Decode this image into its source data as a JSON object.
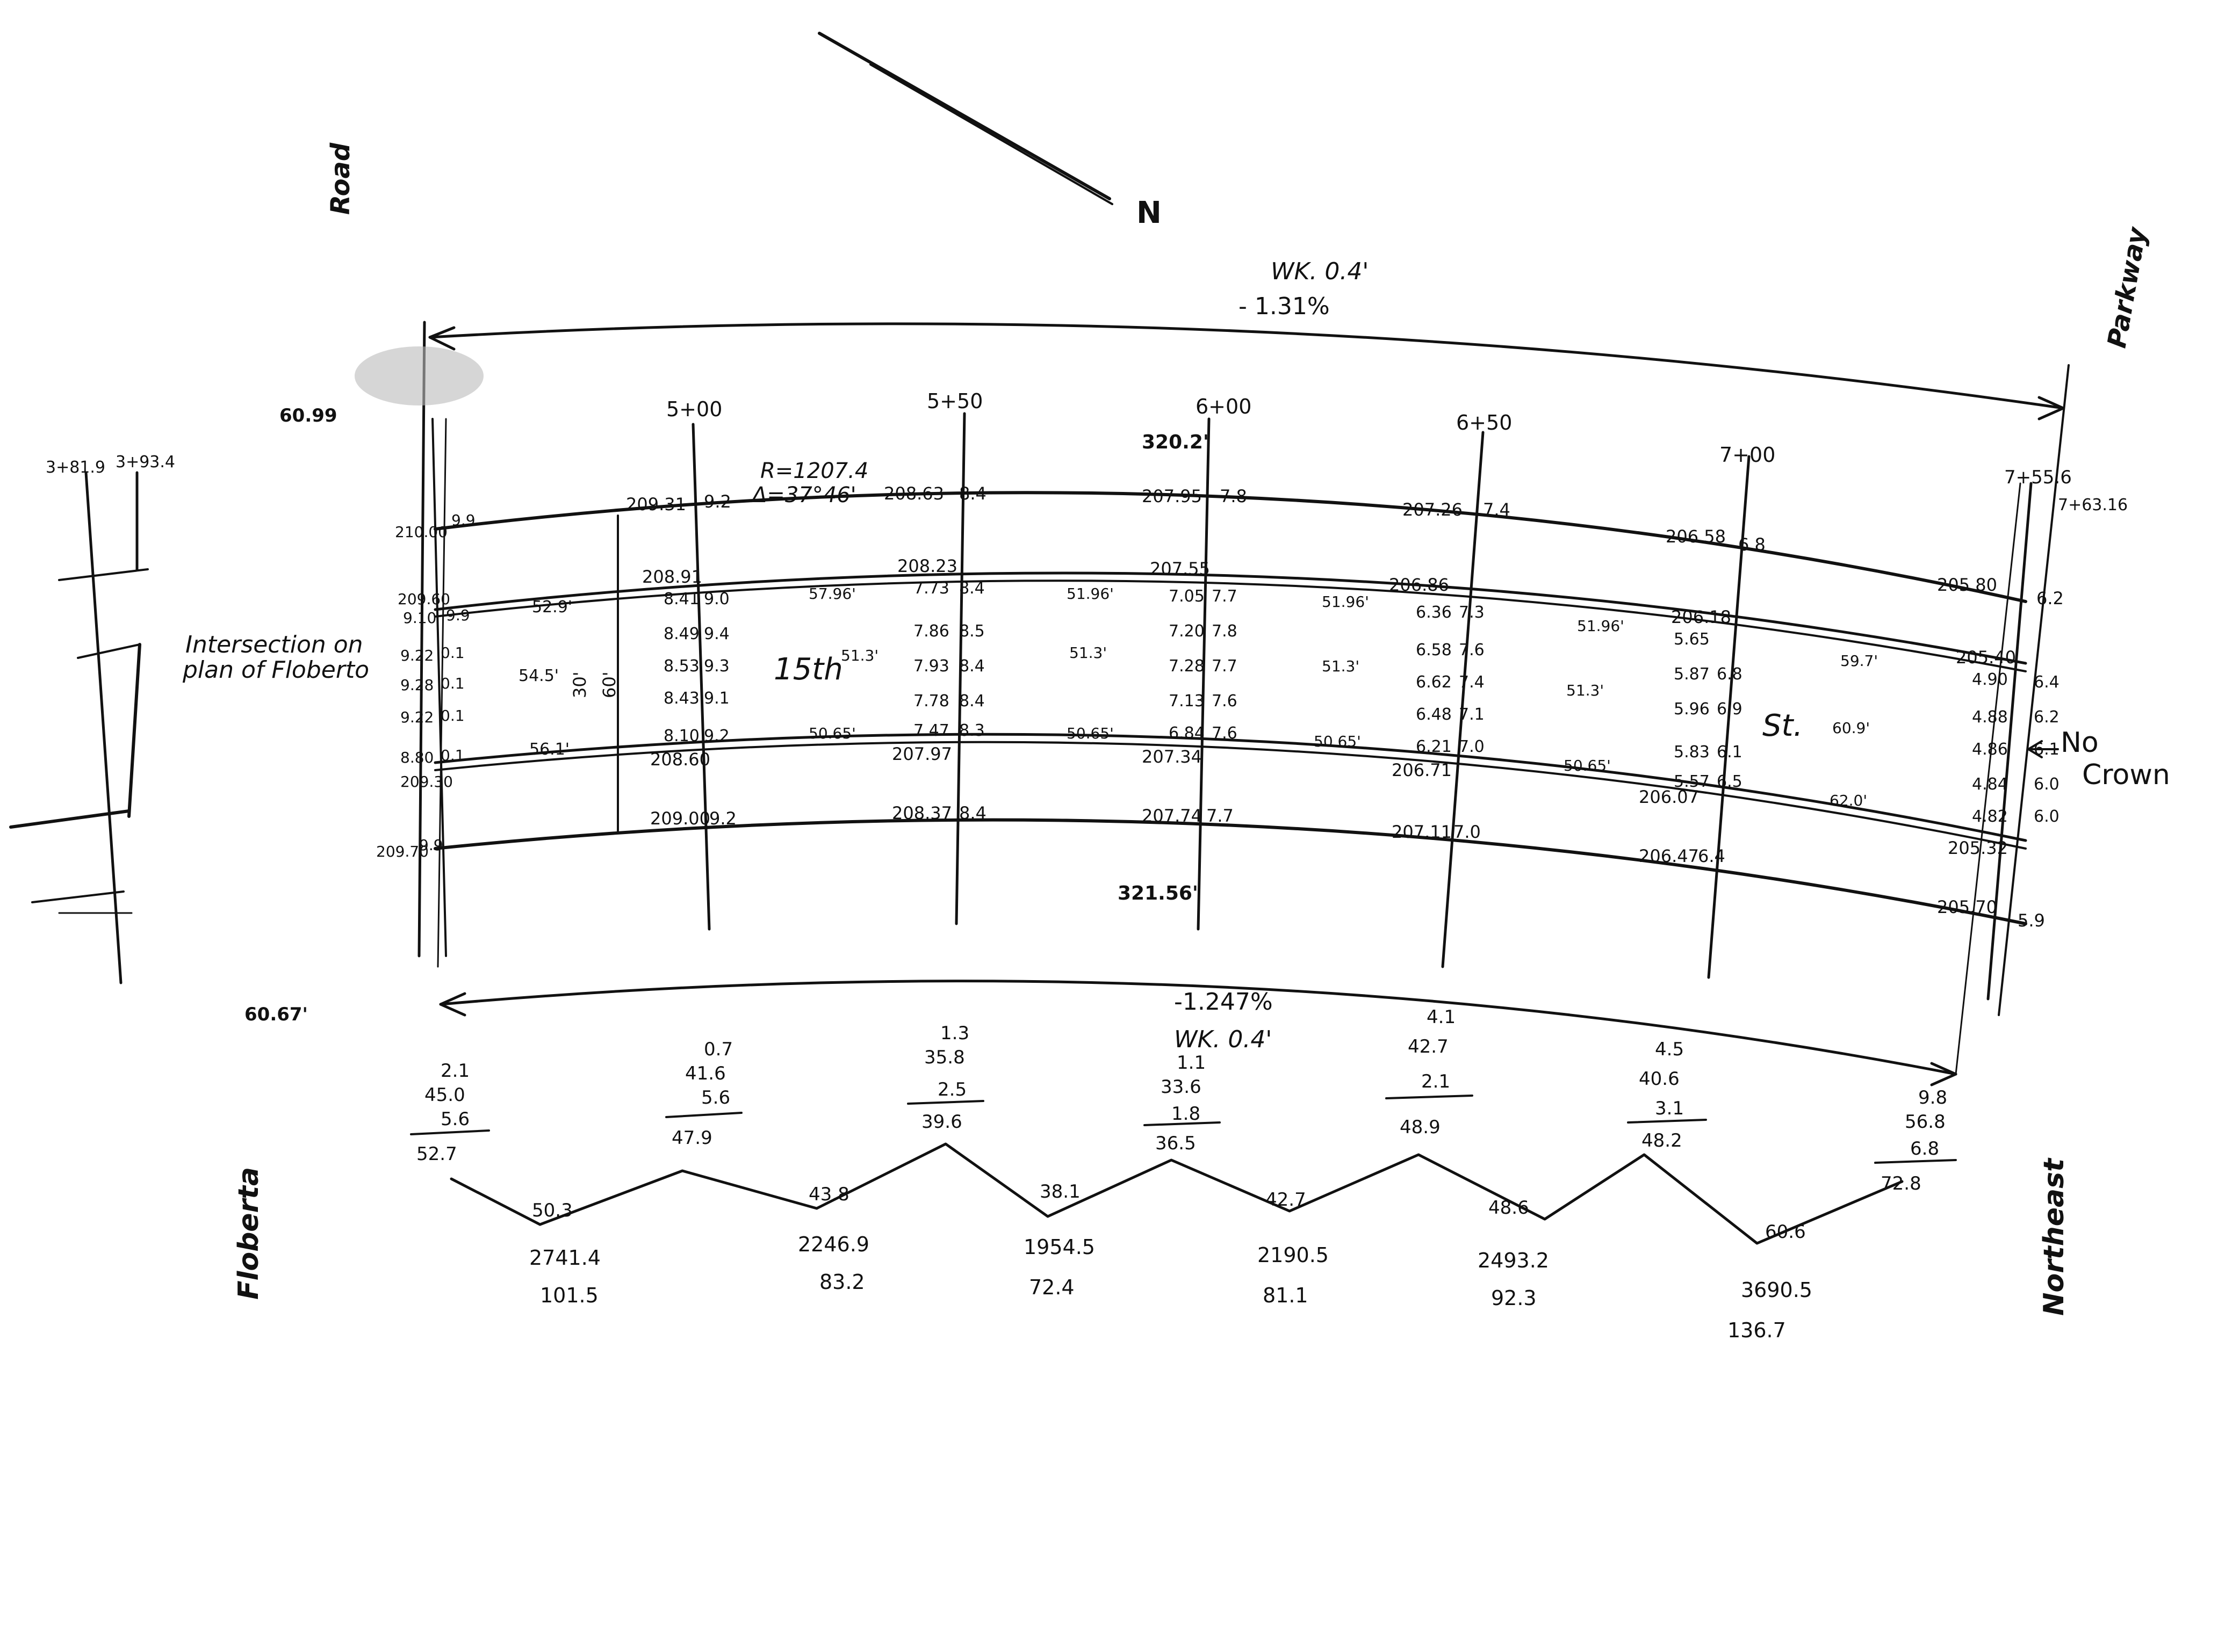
{
  "colors": {
    "ink": "#111111",
    "paper": "#ffffff"
  },
  "north_arrow": {
    "label": "N"
  },
  "street_labels": {
    "road": "Road",
    "parkway": "Parkway",
    "floberta": "Floberta",
    "northeast": "Northeast",
    "fifteenth_st_a": "15th",
    "fifteenth_st_b": "St.",
    "intersection_note_1": "Intersection on",
    "intersection_note_2": "plan of Floberto",
    "no_crown_1": "No",
    "no_crown_2": "Crown"
  },
  "top_grade": {
    "wk": "WK. 0.4'",
    "pct": "- 1.31%"
  },
  "bottom_grade": {
    "pct": "-1.247%",
    "wk": "WK. 0.4'"
  },
  "curve_data": {
    "radius": "R=1207.4",
    "delta": "Δ=37°46'"
  },
  "stations": [
    "5+00",
    "5+50",
    "6+00",
    "6+50",
    "7+00",
    "7+55.6"
  ],
  "side_stations": [
    "3+81.9",
    "3+93.4",
    "7+63.16"
  ],
  "lengths": {
    "top": "320.2'",
    "bottom": "321.56'",
    "left_top": "60.99",
    "left_bottom": "60.67'"
  },
  "left_elevations": [
    "210.00",
    "209.60",
    "9.10",
    "9.22",
    "9.28",
    "9.22",
    "8.80",
    "209.30",
    "209.70"
  ],
  "left_cuts": [
    "9.9",
    "9.9",
    "0.1",
    "0.1",
    "0.1",
    "0.1",
    "9.9"
  ],
  "widths": {
    "w1": "52.9'",
    "w2": "54.5'",
    "w3": "56.1'",
    "w4": "30'",
    "w5": "60'"
  },
  "top_curb_row": [
    "209.31",
    "9.2",
    "208.63",
    "8.4",
    "207.95",
    "7.8",
    "207.26",
    "7.4",
    "206.58",
    "6.8",
    "205.80",
    "6.2"
  ],
  "top_gutter_row": [
    "208.91",
    "208.23",
    "207.55",
    "206.86",
    "206.18",
    "205.40"
  ],
  "center_rows": [
    [
      "8.41",
      "9.0",
      "7.73",
      "8.4",
      "7.05",
      "7.7",
      "6.36",
      "7.3",
      "5.65",
      "4.90",
      "6.4"
    ],
    [
      "8.49",
      "9.4",
      "7.86",
      "8.5",
      "7.20",
      "7.8",
      "6.58",
      "7.6",
      "5.87",
      "6.8",
      "4.88",
      "6.2"
    ],
    [
      "8.53",
      "9.3",
      "7.93",
      "8.4",
      "7.28",
      "7.7",
      "6.62",
      "7.4",
      "5.96",
      "6.9",
      "4.86",
      "6.1"
    ],
    [
      "8.43",
      "9.1",
      "7.78",
      "8.4",
      "7.13",
      "7.6",
      "6.48",
      "7.1",
      "5.83",
      "6.1",
      "4.84",
      "6.0"
    ],
    [
      "8.10",
      "9.2",
      "7.47",
      "8.3",
      "6.84",
      "7.6",
      "6.21",
      "7.0",
      "5.57",
      "6.5",
      "4.82",
      "6.0"
    ]
  ],
  "offsets": [
    "57.96'",
    "51.96'",
    "51.96'",
    "51.96'",
    "51.3'",
    "51.3'",
    "51.3'",
    "51.3'",
    "50.65'",
    "50.65'",
    "50.65'",
    "50.65'",
    "59.7'",
    "60.9'",
    "62.0'"
  ],
  "bottom_gutter_row": [
    "208.60",
    "207.97",
    "207.34",
    "206.71",
    "206.07",
    "205.32"
  ],
  "bottom_curb_row": [
    "209.00",
    "9.2",
    "208.37",
    "8.4",
    "207.74",
    "7.7",
    "207.11",
    "7.0",
    "206.47",
    "6.4",
    "205.70",
    "5.9"
  ],
  "volumes": [
    {
      "lines": [
        "2.1",
        "45.0",
        "5.6"
      ],
      "total": "52.7"
    },
    {
      "lines": [
        "0.7",
        "41.6",
        "5.6"
      ],
      "total": "47.9"
    },
    {
      "lines": [
        "1.3",
        "35.8",
        "2.5"
      ],
      "total": "39.6"
    },
    {
      "lines": [
        "1.1",
        "33.6",
        "1.8"
      ],
      "total": "36.5"
    },
    {
      "lines": [
        "4.1",
        "42.7",
        "2.1"
      ],
      "total": "48.9"
    },
    {
      "lines": [
        "4.5",
        "40.6",
        "3.1"
      ],
      "total": "48.2"
    },
    {
      "lines": [
        "9.8",
        "56.8",
        "6.8"
      ],
      "total": "72.8"
    }
  ],
  "averages": [
    "50.3",
    "43.8",
    "38.1",
    "42.7",
    "48.6",
    "60.6"
  ],
  "products": [
    {
      "a": "2741.4",
      "b": "101.5"
    },
    {
      "a": "2246.9",
      "b": "83.2"
    },
    {
      "a": "1954.5",
      "b": "72.4"
    },
    {
      "a": "2190.5",
      "b": "81.1"
    },
    {
      "a": "2493.2",
      "b": "92.3"
    },
    {
      "a": "3690.5",
      "b": "136.7"
    }
  ]
}
